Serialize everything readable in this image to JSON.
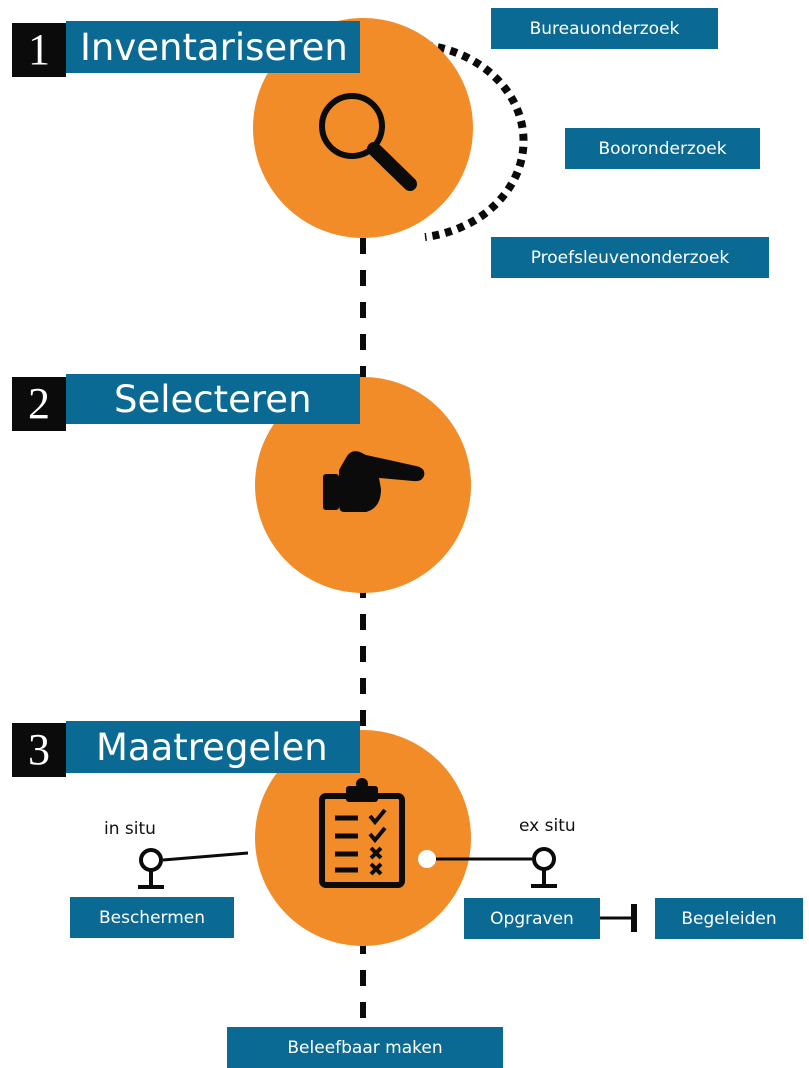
{
  "colors": {
    "circle": "#f28c28",
    "label_bg": "#0b6a94",
    "number_bg": "#0b0b0b",
    "connector": "#0b0b0b",
    "text_on_label": "#ffffff"
  },
  "steps": [
    {
      "number": "1",
      "title": "Inventariseren",
      "icon": "magnifying-glass-icon",
      "branches": [
        "Bureauonderzoek",
        "Booronderzoek",
        "Proefsleuvenonderzoek"
      ]
    },
    {
      "number": "2",
      "title": "Selecteren",
      "icon": "pointing-hand-icon"
    },
    {
      "number": "3",
      "title": "Maatregelen",
      "icon": "clipboard-checklist-icon",
      "left_branch": {
        "caption": "in situ",
        "label": "Beschermen"
      },
      "right_branch": {
        "caption": "ex situ",
        "label": "Opgraven",
        "followup": "Begeleiden"
      },
      "bottom_label": "Beleefbaar maken"
    }
  ]
}
